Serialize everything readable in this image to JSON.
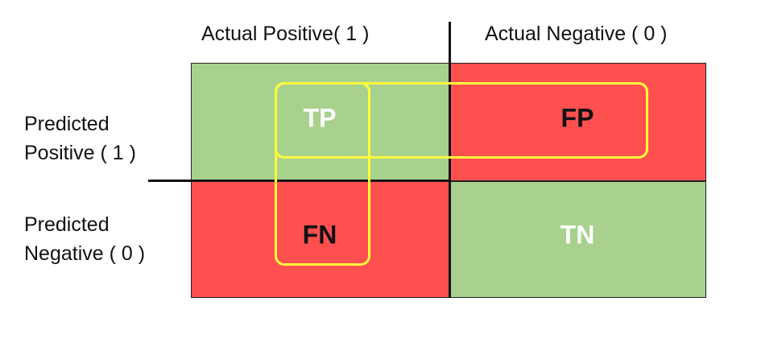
{
  "columns": {
    "actual_positive": "Actual Positive( 1 )",
    "actual_negative": "Actual Negative ( 0 )"
  },
  "rows": {
    "predicted_positive": [
      "Predicted",
      "Positive ( 1 )"
    ],
    "predicted_negative": [
      "Predicted",
      "Negative ( 0 )"
    ]
  },
  "cells": {
    "tp": "TP",
    "fp": "FP",
    "fn": "FN",
    "tn": "TN"
  },
  "colors": {
    "correct": "#a9d18e",
    "incorrect": "#ff5050",
    "highlight": "#ffff3c"
  }
}
